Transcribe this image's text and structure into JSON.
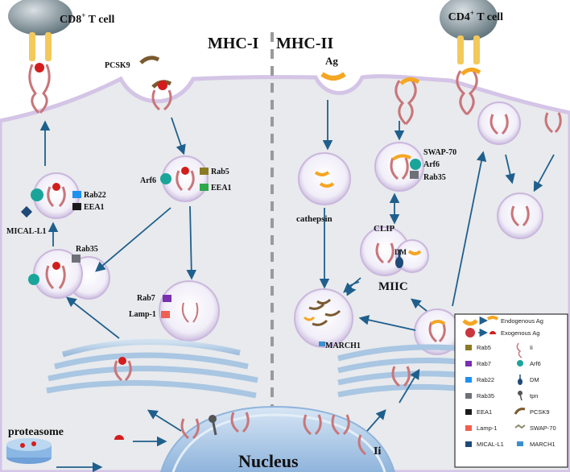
{
  "headers": {
    "mhc1": "MHC-I",
    "separator": "|",
    "mhc2": "MHC-II"
  },
  "cells": {
    "cd8_prefix": "CD8",
    "cd8_sup": "+",
    "cd8_suffix": " T cell",
    "cd4_prefix": "CD4",
    "cd4_sup": "+",
    "cd4_suffix": " T cell"
  },
  "labels": {
    "pcsk9": "PCSK9",
    "ag": "Ag",
    "arf6_left": "Arf6",
    "rab5": "Rab5",
    "eea1_mid": "EEA1",
    "rab22": "Rab22",
    "eea1_left": "EEA1",
    "mical": "MICAL-L1",
    "rab35_left": "Rab35",
    "rab7": "Rab7",
    "lamp1": "Lamp-1",
    "cathepsin": "cathepsin",
    "swap70": "SWAP-70",
    "arf6_right": "Arf6",
    "rab35_right": "Rab35",
    "clip": "CLIP",
    "dm": "DM",
    "miic": "MIIC",
    "march1": "MARCH1",
    "proteasome": "proteasome",
    "nucleus": "Nucleus",
    "ii": "Ii"
  },
  "legend": {
    "items": [
      {
        "text": "Endogenous Ag",
        "icon": "endogenous-ag-icon"
      },
      {
        "text": "Exogenous Ag",
        "icon": "exogenous-ag-icon"
      }
    ],
    "left_col": [
      {
        "text": "Rab5",
        "color": "#8a7a22"
      },
      {
        "text": "Rab7",
        "color": "#7a2fb0"
      },
      {
        "text": "Rab22",
        "color": "#1e90f0"
      },
      {
        "text": "Rab35",
        "color": "#6e7078"
      },
      {
        "text": "EEA1",
        "color": "#1a1a1a"
      },
      {
        "text": "Lamp-1",
        "color": "#f06050"
      },
      {
        "text": "MICAL-L1",
        "color": "#1f4a78"
      }
    ],
    "right_col": [
      {
        "text": "Ii",
        "icon": "ii-icon"
      },
      {
        "text": "Arf6",
        "icon": "arf6-icon"
      },
      {
        "text": "DM",
        "icon": "dm-icon"
      },
      {
        "text": "tpn",
        "icon": "tpn-icon"
      },
      {
        "text": "PCSK9",
        "icon": "pcsk9-icon"
      },
      {
        "text": "SWAP-70",
        "icon": "swap70-icon"
      },
      {
        "text": "MARCH1",
        "icon": "march1-icon"
      }
    ]
  },
  "colors": {
    "membrane": "#c9b6dc",
    "cytoplasm": "#e9ebee",
    "vesicle": "#f2effa",
    "nucleus": "#b6d0ec",
    "arf6": "#1aa59a",
    "rab5": "#8a7a22",
    "eea1": "#2ea84a",
    "rab22": "#1e90f0",
    "ag_orange": "#f5a623",
    "ag_red": "#d31d1d",
    "loop": "#c8767a"
  }
}
